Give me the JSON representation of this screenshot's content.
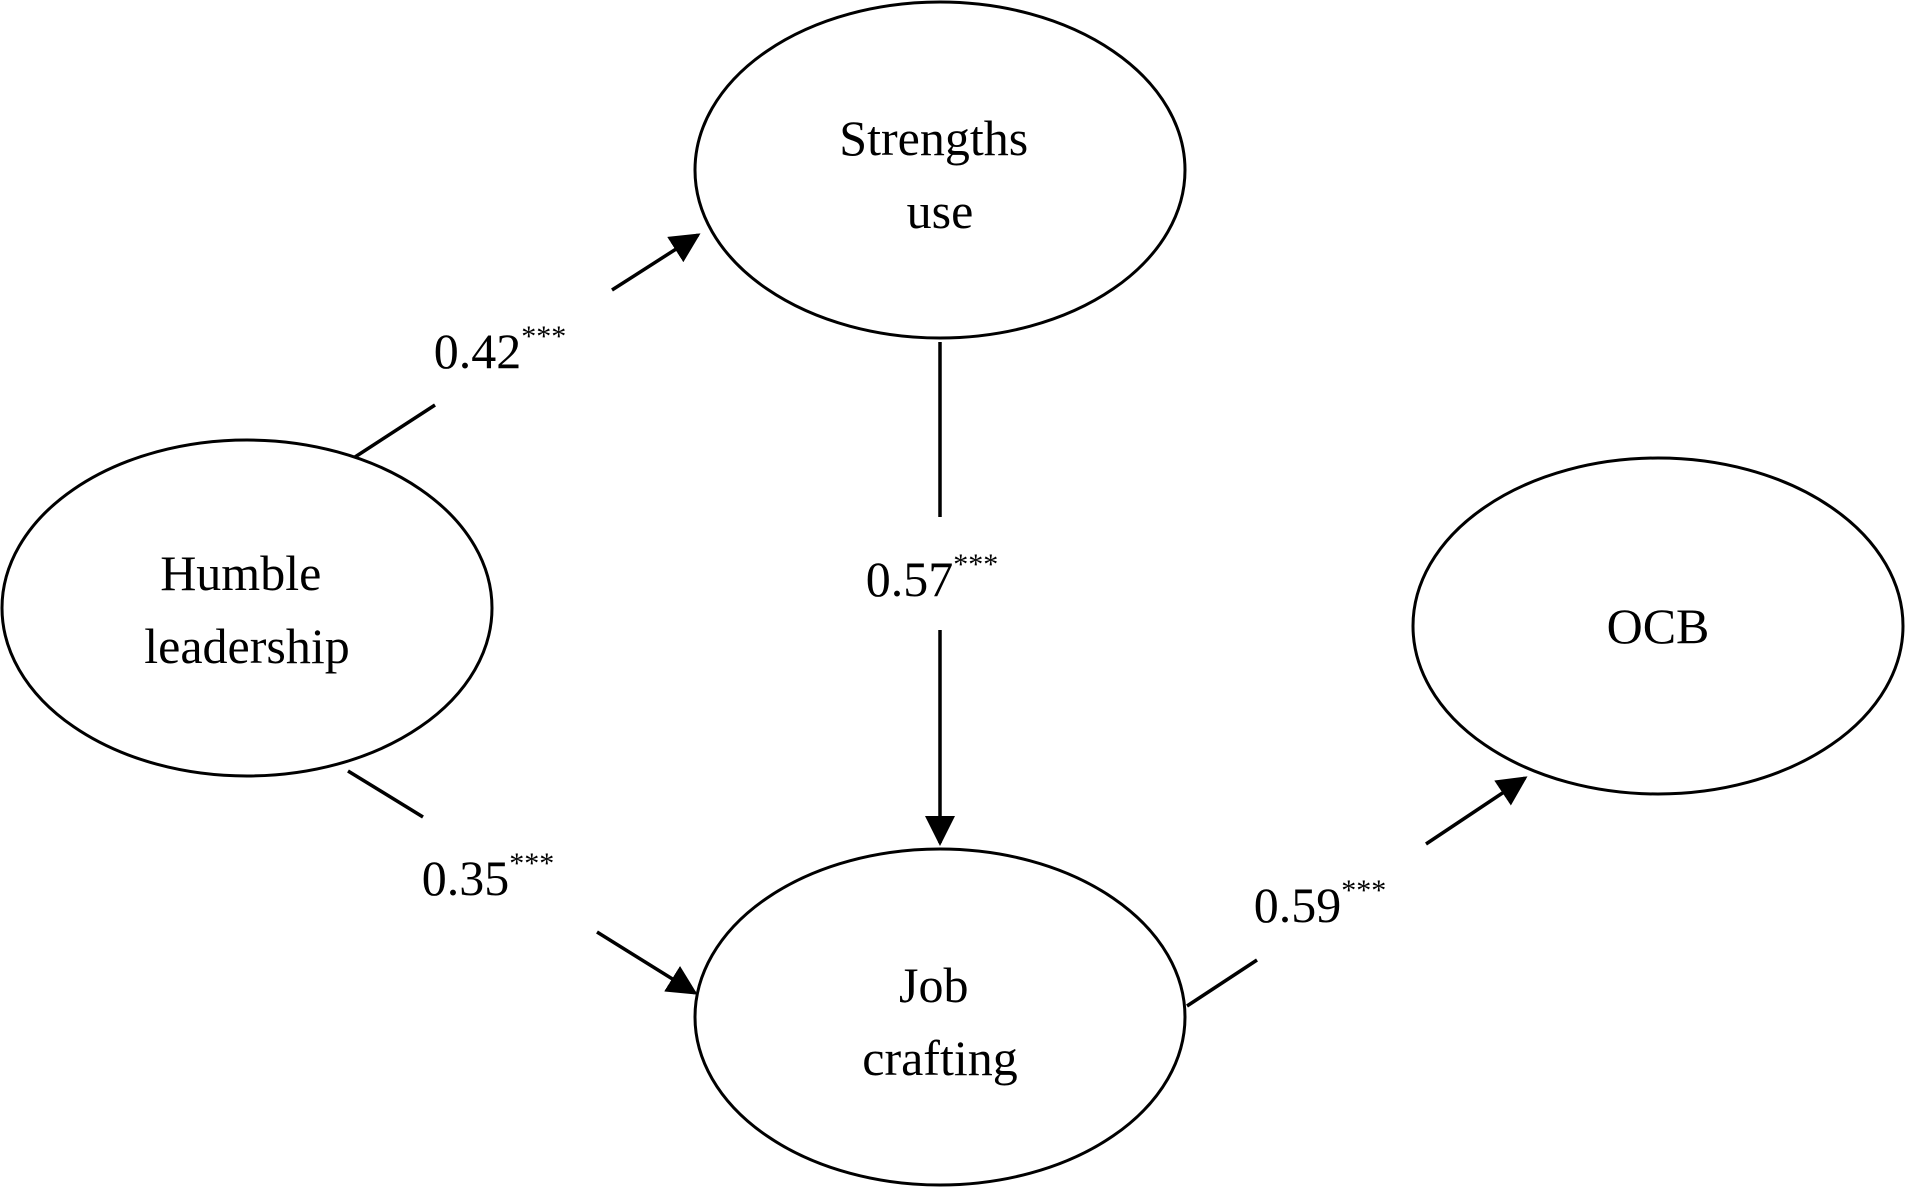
{
  "nodes": {
    "strengths_use": {
      "lines": [
        "Strengths",
        "use"
      ]
    },
    "humble_leadership": {
      "lines": [
        "Humble",
        "leadership"
      ]
    },
    "job_crafting": {
      "lines": [
        "Job",
        "crafting"
      ]
    },
    "ocb": {
      "lines": [
        "OCB"
      ]
    }
  },
  "edges": {
    "humble_to_strengths": {
      "from": "Humble leadership",
      "to": "Strengths use",
      "coefficient": "0.42",
      "significance": "***"
    },
    "humble_to_job": {
      "from": "Humble leadership",
      "to": "Job crafting",
      "coefficient": "0.35",
      "significance": "***"
    },
    "strengths_to_job": {
      "from": "Strengths use",
      "to": "Job crafting",
      "coefficient": "0.57",
      "significance": "***"
    },
    "job_to_ocb": {
      "from": "Job crafting",
      "to": "OCB",
      "coefficient": "0.59",
      "significance": "***"
    }
  },
  "colors": {
    "stroke": "#000000",
    "background": "#ffffff"
  }
}
